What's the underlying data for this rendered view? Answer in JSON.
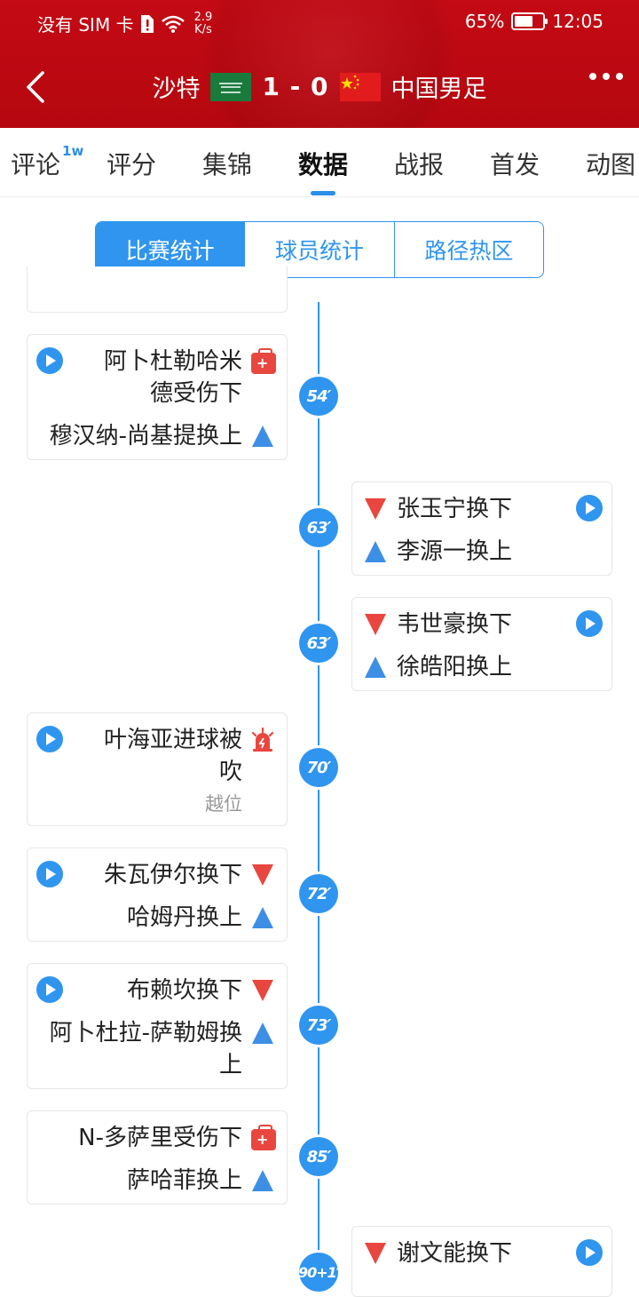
{
  "status_bar": {
    "carrier": "没有 SIM 卡",
    "speed_value": "2.9",
    "speed_unit": "K/s",
    "battery": "65%",
    "battery_level": 0.65,
    "time": "12:05"
  },
  "header": {
    "home_team": "沙特",
    "score": "1 - 0",
    "away_team": "中国男足",
    "flag_home_icon": "saudi-flag-icon",
    "flag_away_icon": "china-flag-icon"
  },
  "tabs": [
    {
      "label": "评论",
      "badge": "1w"
    },
    {
      "label": "评分"
    },
    {
      "label": "集锦"
    },
    {
      "label": "数据",
      "active": true
    },
    {
      "label": "战报"
    },
    {
      "label": "首发"
    },
    {
      "label": "动图"
    }
  ],
  "segments": [
    "比赛统计",
    "球员统计",
    "路径热区"
  ],
  "events": [
    {
      "minute": "54′",
      "side": "left",
      "lines": [
        "阿卜杜勒哈米",
        "德受伤下",
        "穆汉纳-尚基提换上"
      ]
    },
    {
      "minute": "63′",
      "side": "right",
      "lines": [
        "张玉宁换下",
        "李源一换上"
      ]
    },
    {
      "minute": "63′",
      "side": "right",
      "lines": [
        "韦世豪换下",
        "徐皓阳换上"
      ]
    },
    {
      "minute": "70′",
      "side": "left",
      "lines": [
        "叶海亚进球被",
        "吹",
        "越位"
      ]
    },
    {
      "minute": "72′",
      "side": "left",
      "lines": [
        "朱瓦伊尔换下",
        "哈姆丹换上"
      ]
    },
    {
      "minute": "73′",
      "side": "left",
      "lines": [
        "布赖坎换下",
        "阿卜杜拉-萨勒姆换",
        "上"
      ]
    },
    {
      "minute": "85′",
      "side": "left",
      "lines": [
        "N-多萨里受伤下",
        "萨哈菲换上"
      ]
    },
    {
      "minute": "90+1′",
      "side": "right",
      "lines": [
        "谢文能换下"
      ]
    }
  ],
  "colors": {
    "header_red": "#c40a14",
    "accent_blue": "#2f95ef",
    "down_red": "#e8463f",
    "up_blue": "#3d8fe6"
  }
}
